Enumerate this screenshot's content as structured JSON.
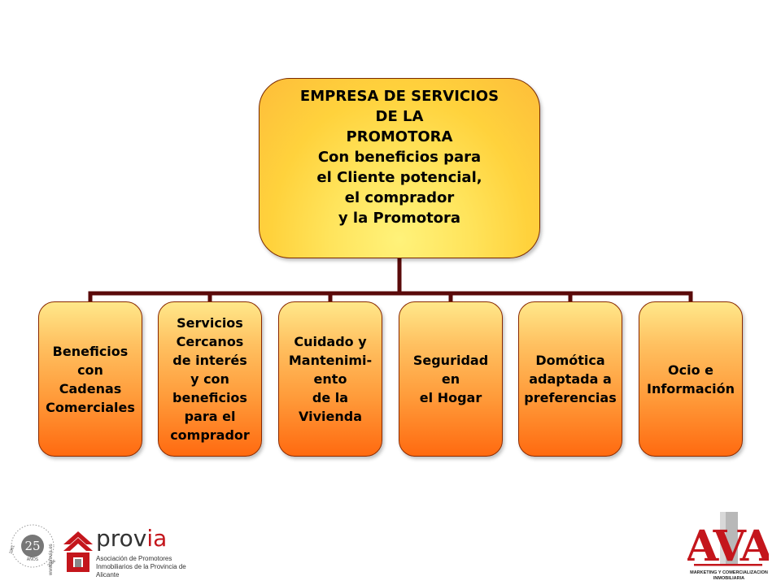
{
  "diagram": {
    "root": {
      "lines": [
        "EMPRESA DE SERVICIOS",
        "DE LA",
        "PROMOTORA",
        "Con beneficios para",
        "el Cliente potencial,",
        "el comprador",
        "y la Promotora"
      ]
    },
    "children": [
      {
        "lines": [
          "Beneficios",
          "con",
          "Cadenas",
          "Comerciales"
        ]
      },
      {
        "lines": [
          "Servicios",
          "Cercanos",
          "de interés",
          "y con",
          "beneficios",
          "para el",
          "comprador"
        ]
      },
      {
        "lines": [
          "Cuidado y",
          "Mantenimi-",
          "ento",
          "de la",
          "Vivienda"
        ]
      },
      {
        "lines": [
          "Seguridad",
          "en",
          "el Hogar"
        ]
      },
      {
        "lines": [
          "Domótica",
          "adaptada a",
          "preferencias"
        ]
      },
      {
        "lines": [
          "Ocio e",
          "Información"
        ]
      }
    ],
    "colors": {
      "connector": "#5a0a0a",
      "root_fill": "#ffe45c",
      "child_fill_top": "#ffe88a",
      "child_fill_bottom": "#ff6a10"
    }
  },
  "logos": {
    "provia": {
      "wordmark_a": "prov",
      "wordmark_b": "ia",
      "caption": "Asociación de Promotores Inmobiliarios de la Provincia de Alicante",
      "url": "www.provia.es",
      "badge_number": "25",
      "badge_word": "AÑOS",
      "badge_year_left": "1981",
      "badge_year_right": "2006"
    },
    "ava": {
      "mark": "AVA",
      "caption_line1": "MARKETING Y COMERCIALIZACION",
      "caption_line2": "INMOBILIARIA"
    }
  }
}
